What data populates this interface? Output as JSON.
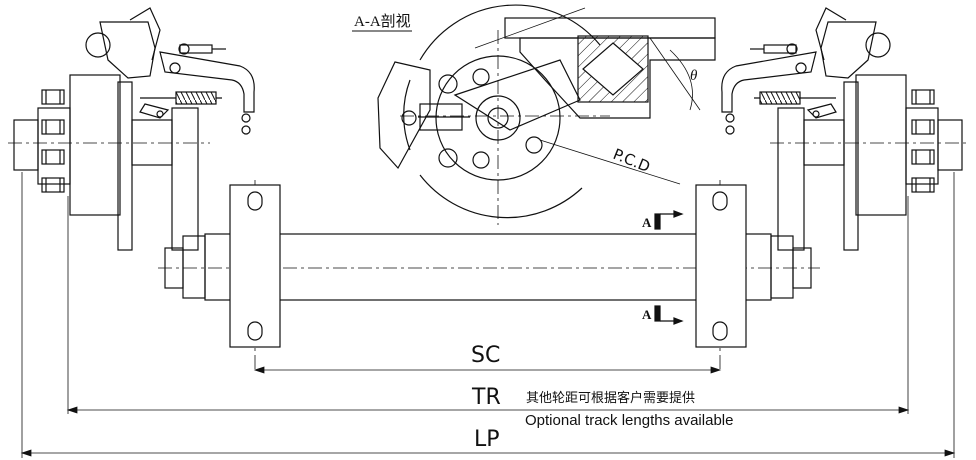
{
  "section_label": "A-A剖视",
  "theta_label": "θ",
  "pcd_label": "P.C.D",
  "section_mark_top": "A",
  "section_mark_bottom": "A",
  "dim_sc": "SC",
  "dim_tr": "TR",
  "dim_lp": "LP",
  "note_cn": "其他轮距可根据客户需要提供",
  "note_en": "Optional track lengths available"
}
